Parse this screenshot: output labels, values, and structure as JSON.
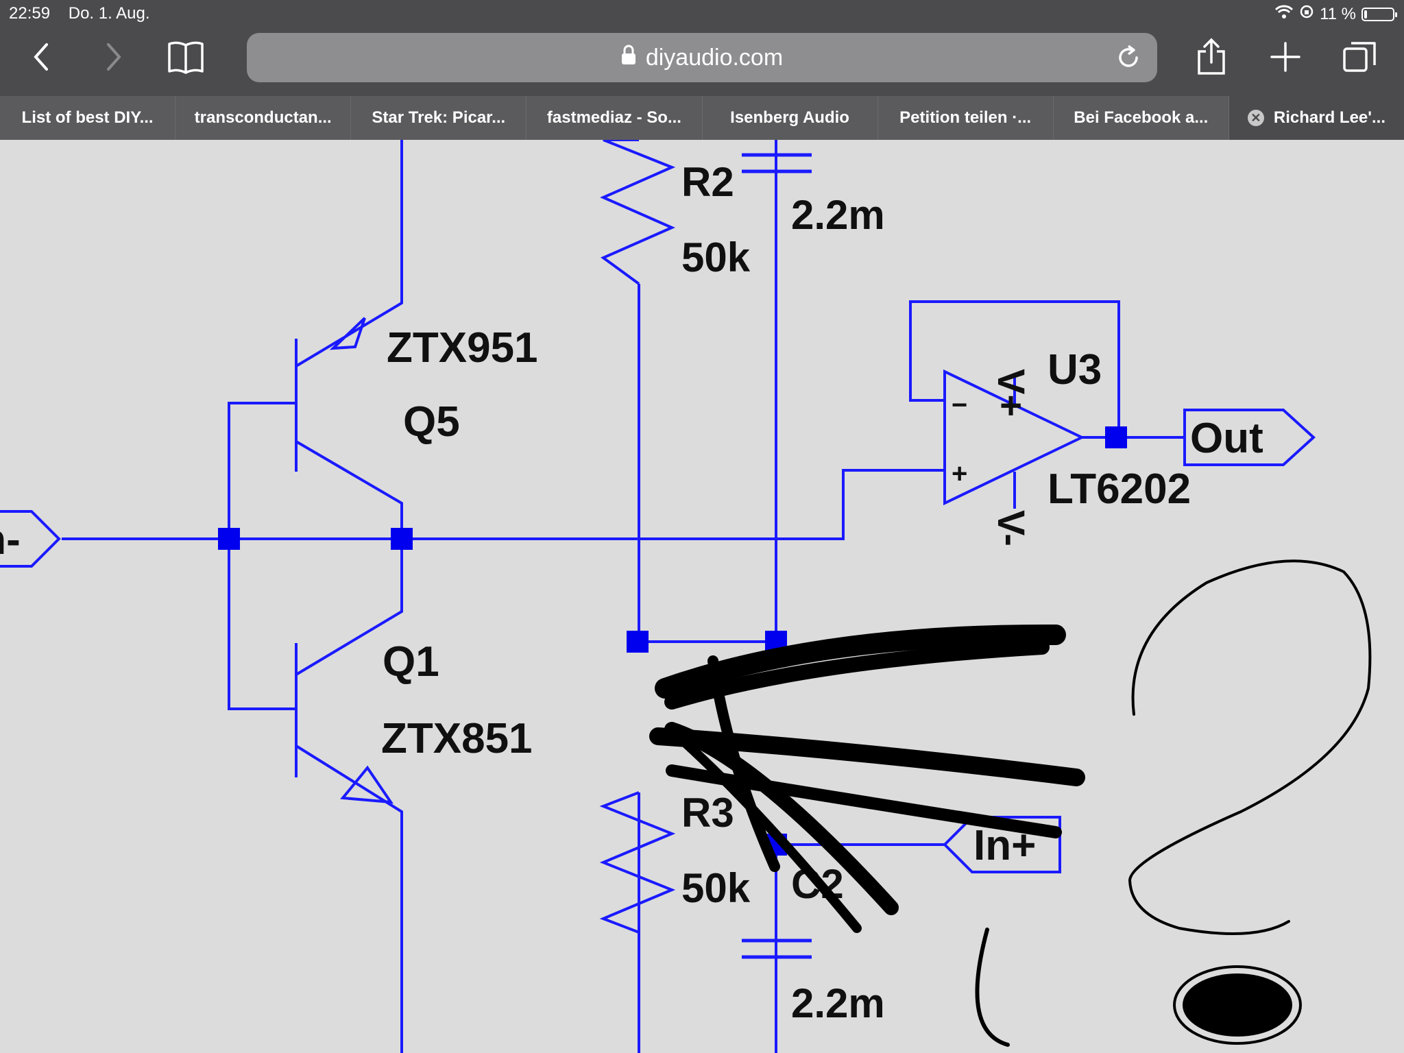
{
  "status_bar": {
    "time": "22:59",
    "date": "Do. 1. Aug.",
    "battery_text": "11 %",
    "battery_level": 0.11,
    "icons": [
      "wifi-icon",
      "orientation-lock-icon",
      "battery-icon"
    ]
  },
  "toolbar": {
    "url": "diyaudio.com",
    "icons": [
      "back-icon",
      "forward-icon",
      "bookmarks-icon",
      "lock-icon",
      "reload-icon",
      "share-icon",
      "new-tab-icon",
      "tabs-icon"
    ]
  },
  "tabs": [
    {
      "label": "List of best DIY..."
    },
    {
      "label": "transconductan..."
    },
    {
      "label": "Star Trek: Picar..."
    },
    {
      "label": "fastmediaz - So..."
    },
    {
      "label": "Isenberg Audio"
    },
    {
      "label": "Petition teilen ·..."
    },
    {
      "label": "Bei Facebook a..."
    },
    {
      "label": "Richard Lee'...",
      "active": true
    }
  ],
  "schematic": {
    "colors": {
      "wire": "#1a1aff",
      "junction": "#0000ee",
      "text": "#101010",
      "background": "#dcdcdc"
    },
    "labels": {
      "r2_name": "R2",
      "r2_value": "50k",
      "c_top_value": "2.2m",
      "q5_part": "ZTX951",
      "q5_name": "Q5",
      "q1_name": "Q1",
      "q1_part": "ZTX851",
      "u3_name": "U3",
      "u3_part": "LT6202",
      "vplus": "V+",
      "vminus": "V-",
      "r3_name": "R3",
      "r3_value": "50k",
      "c2_name": "C2",
      "c_bottom_value": "2.2m",
      "pin_plus": "+",
      "pin_minus": "−"
    },
    "ports": {
      "out": "Out",
      "in_plus": "In+",
      "in_minus": "In-"
    },
    "annotations": {
      "question_mark": "?"
    }
  }
}
